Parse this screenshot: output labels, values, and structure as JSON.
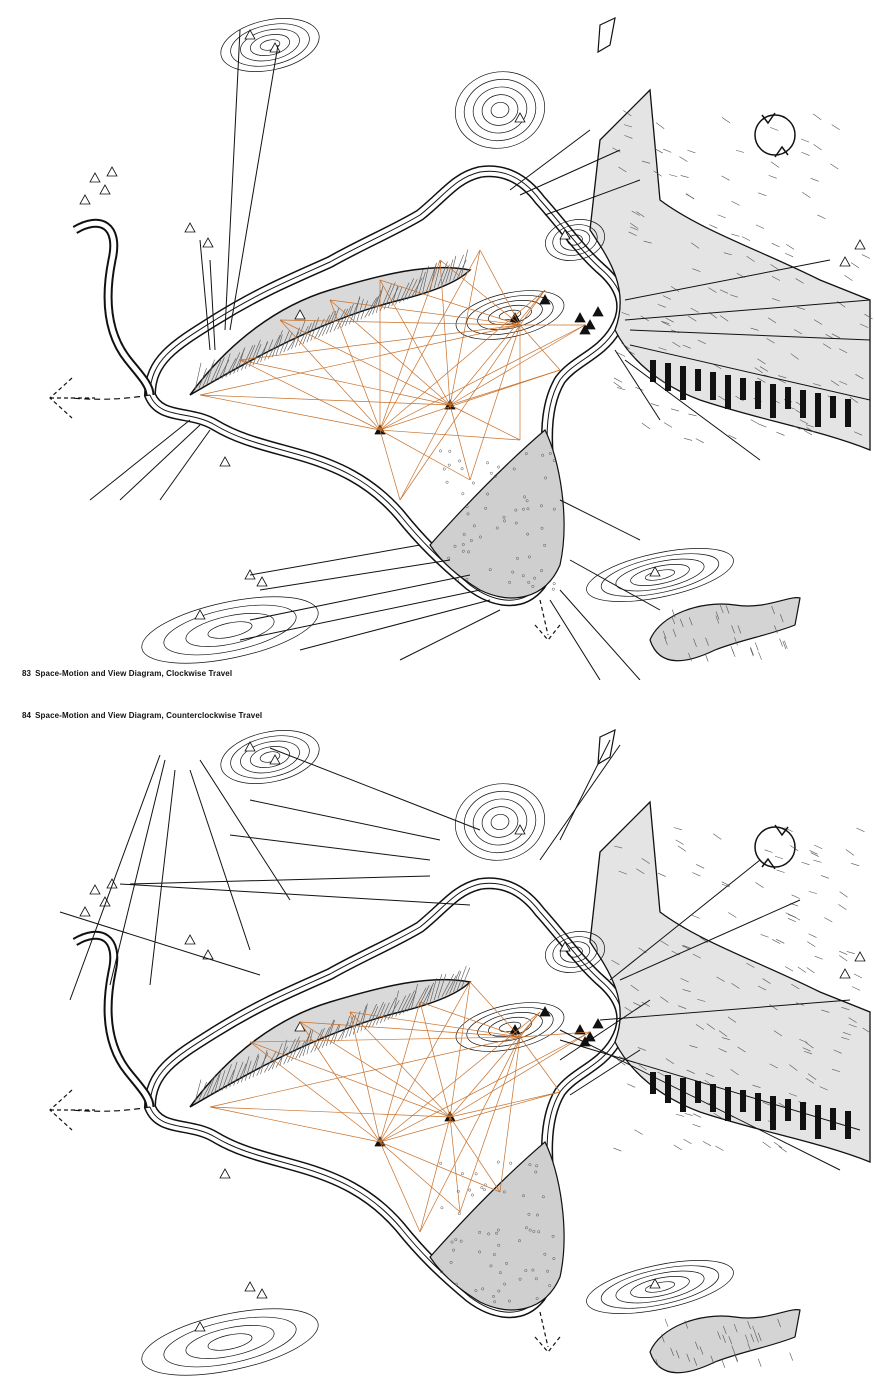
{
  "figures": [
    {
      "number": "83",
      "caption": "Space-Motion and View Diagram, Clockwise Travel",
      "direction": "clockwise"
    },
    {
      "number": "84",
      "caption": "Space-Motion and View Diagram, Counterclockwise Travel",
      "direction": "counterclockwise"
    }
  ],
  "colors": {
    "ink": "#111111",
    "sight_lines": "#c8702a",
    "hatch": "#555555",
    "paper": "#ffffff"
  }
}
